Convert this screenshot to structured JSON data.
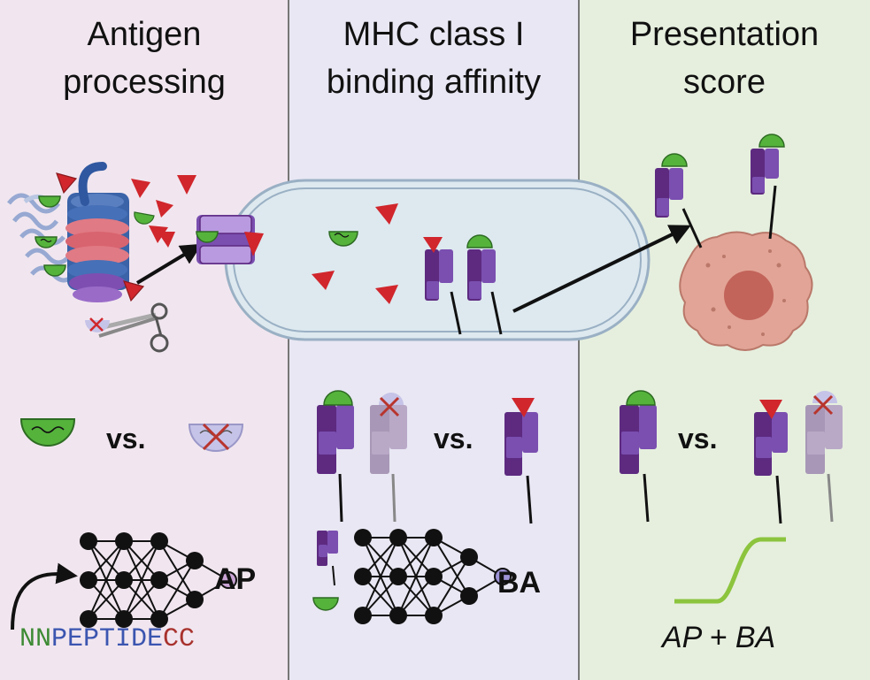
{
  "panels": [
    {
      "title_lines": [
        "Antigen",
        "processing"
      ],
      "bg": "#f1e6ef"
    },
    {
      "title_lines": [
        "MHC class I",
        "binding affinity"
      ],
      "bg": "#e8e7f3"
    },
    {
      "title_lines": [
        "Presentation",
        "score"
      ],
      "bg": "#e6efde"
    }
  ],
  "vs_label": "vs.",
  "outputs": {
    "ap": "AP",
    "ba": "BA"
  },
  "formula": "AP + BA",
  "sequence": {
    "prefix": "NN",
    "core": "PEPTIDE",
    "suffix": "CC",
    "colors": {
      "prefix": "#3d8a34",
      "core": "#3b55b0",
      "suffix": "#a8322e"
    }
  },
  "colors": {
    "peptide_green": "#55b33b",
    "peptide_red": "#d0262c",
    "mhc_purple": "#5d2a80",
    "mhc_faded": "#a897b6",
    "sigmoid": "#8cc43e",
    "cell": "#e2a496"
  }
}
